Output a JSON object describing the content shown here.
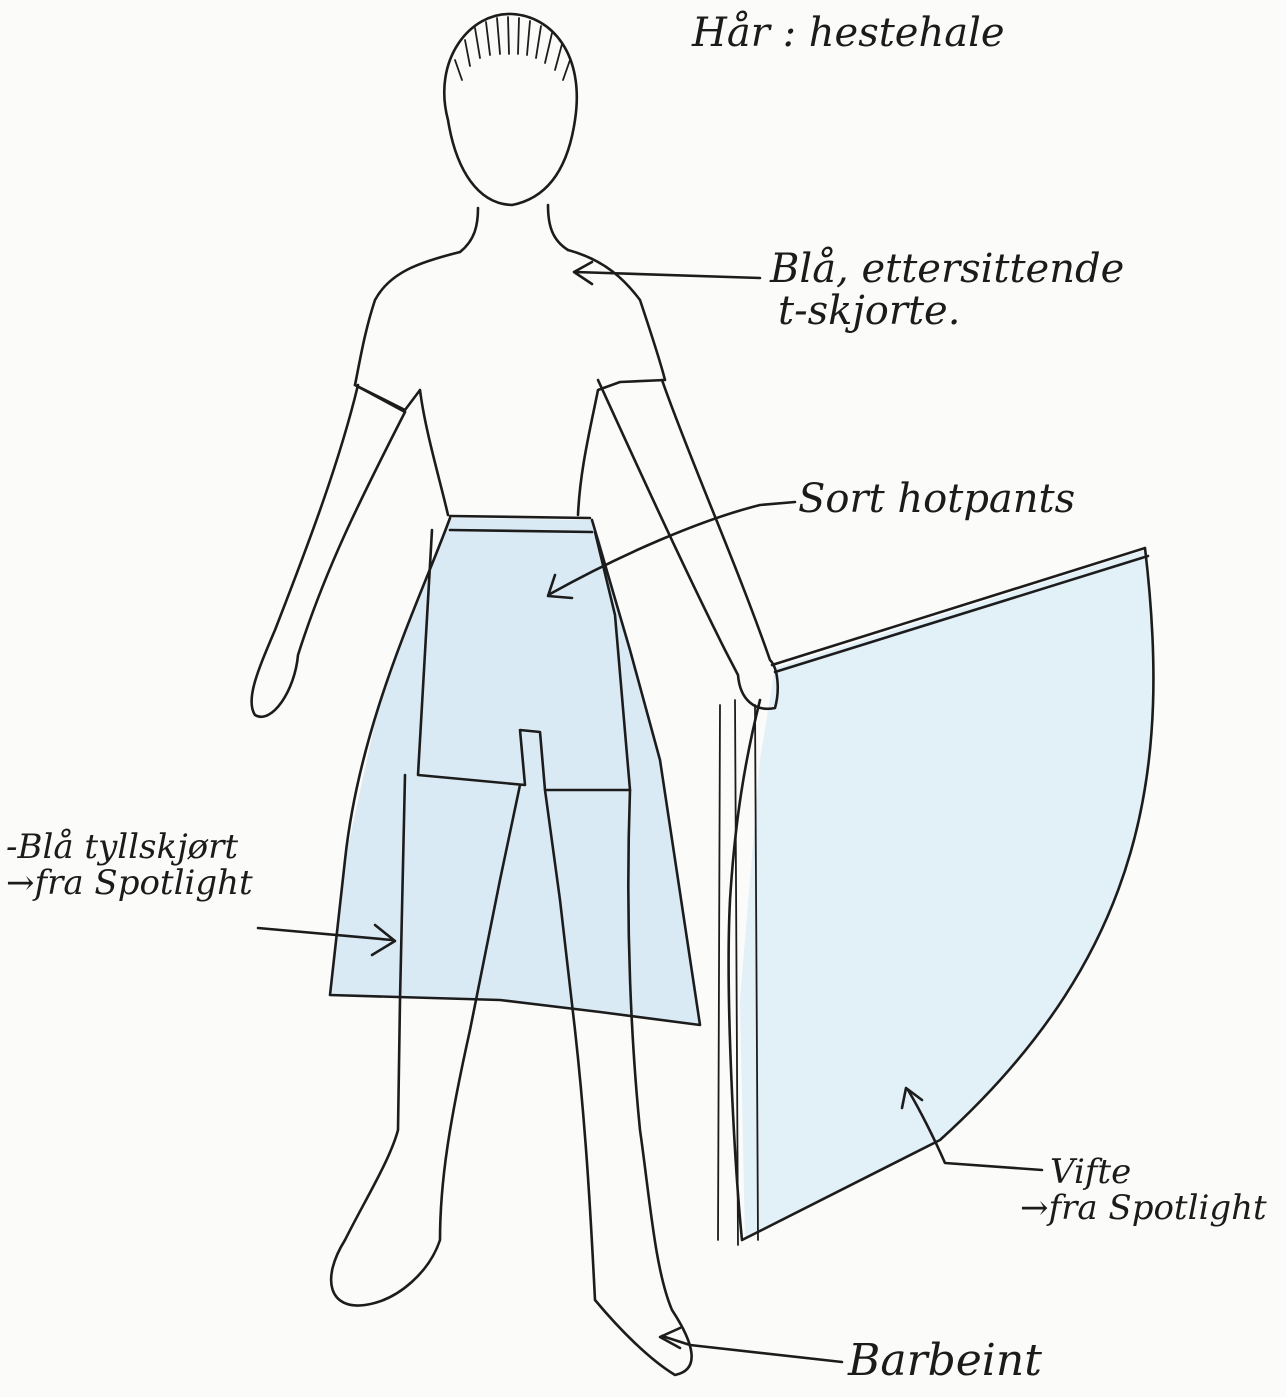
{
  "labels": {
    "hair": "Hår : hestehale",
    "tshirt_line1": "Blå, ettersittende",
    "tshirt_line2": "t-skjorte.",
    "hotpants": "Sort hotpants",
    "skirt_line1": "-Blå tyllskjørt",
    "skirt_line2": "→fra Spotlight",
    "fan_line1": "Vifte",
    "fan_line2": "→fra Spotlight",
    "barefoot": "Barbeint"
  },
  "colors": {
    "ink": "#1c1c1c",
    "paper": "#fbfbfa",
    "tulle_blue": "#cfe4f1"
  }
}
